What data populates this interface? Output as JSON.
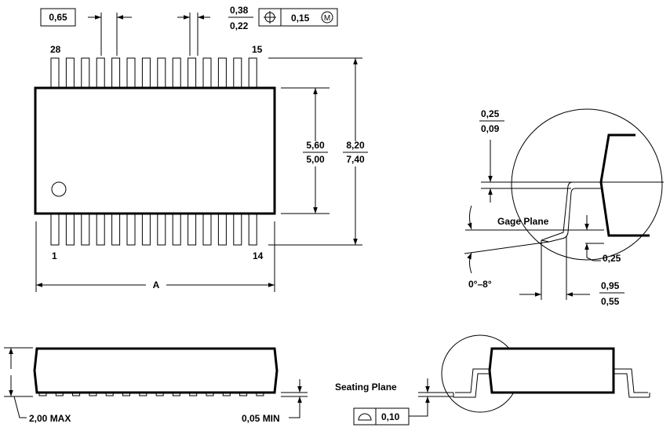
{
  "top_view": {
    "pitch": "0,65",
    "lead_width_max": "0,38",
    "lead_width_min": "0,22",
    "position_tolerance": "0,15",
    "mmc_symbol": "M",
    "pin_28": "28",
    "pin_15": "15",
    "pin_1": "1",
    "pin_14": "14",
    "body_width_max": "5,60",
    "body_width_min": "5,00",
    "overall_width_max": "8,20",
    "overall_width_min": "7,40",
    "length_label": "A"
  },
  "side_view": {
    "height_max": "2,00 MAX",
    "standoff_min": "0,05 MIN"
  },
  "detail_view": {
    "lead_thickness_max": "0,25",
    "lead_thickness_min": "0,09",
    "gage_plane": "Gage Plane",
    "gage_height": "0,25",
    "angle": "0°–8°",
    "foot_length_max": "0,95",
    "foot_length_min": "0,55"
  },
  "seating": {
    "label": "Seating Plane",
    "coplanarity": "0,10"
  }
}
